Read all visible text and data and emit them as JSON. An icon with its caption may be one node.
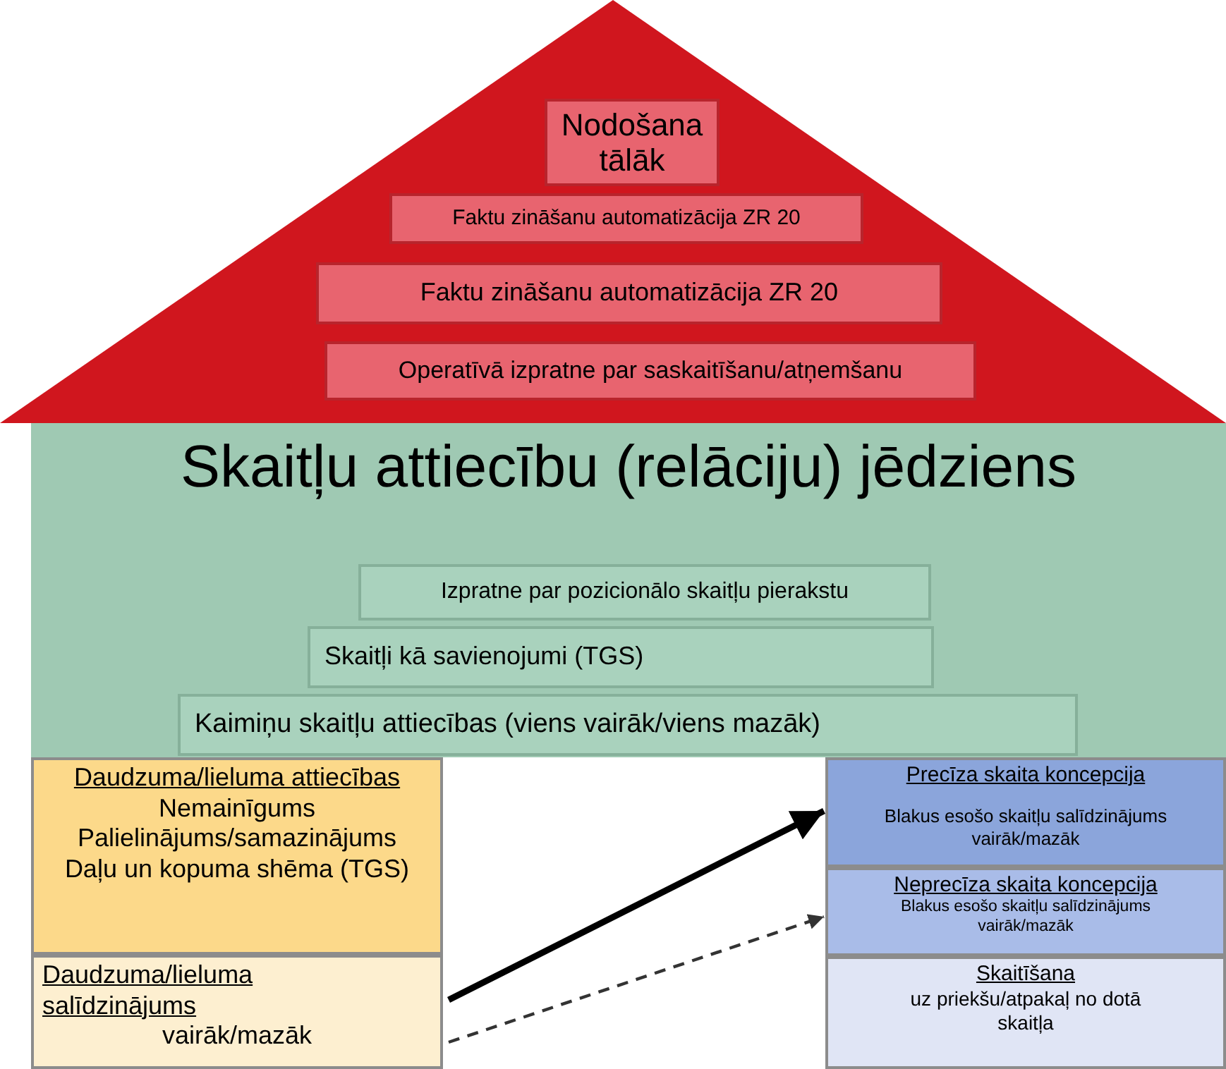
{
  "diagram": {
    "nodes": [
      {
        "text": [],
        "shape": "triangle"
      },
      {
        "text": [
          "Nodošana tālāk"
        ],
        "in": 0
      },
      {
        "text": [
          "Faktu zināšanu automatizācija ZR 20"
        ],
        "in": 0
      },
      {
        "text": [
          "Faktu zināšanu automatizācija ZR 20"
        ],
        "in": 0
      },
      {
        "text": [
          "Operatīvā izpratne par saskaitīšanu/atņemšanu"
        ],
        "in": 0
      },
      {
        "text": [
          "Skaitļu attiecību (relāciju) jēdziens"
        ]
      },
      {
        "text": [
          "Izpratne par pozicionālo skaitļu pierakstu"
        ],
        "in": 5
      },
      {
        "text": [
          "Skaitļi kā savienojumi (TGS)"
        ],
        "in": 5
      },
      {
        "text": [
          "Kaimiņu skaitļu attiecības (viens vairāk/viens mazāk)"
        ],
        "in": 5
      },
      {
        "text": [
          "Daudzuma/lieluma attiecības",
          "Nemainīgums",
          "Palielinājums/samazinājums",
          "Daļu un kopuma shēma (TGS)"
        ]
      },
      {
        "text": [
          "Daudzuma/lieluma salīdzinājums",
          "vairāk/mazāk"
        ]
      },
      {
        "text": [
          "Precīza skaita koncepcija",
          "Blakus esošo skaitļu salīdzinājums vairāk/mazāk"
        ]
      },
      {
        "text": [
          "Neprecīza skaita koncepcija",
          "Blakus esošo skaitļu salīdzinājums vairāk/mazāk"
        ]
      },
      {
        "text": [
          "Skaitīšana",
          "uz priekšu/atpakaļ no dotā skaitļa"
        ]
      }
    ],
    "edges": [
      {
        "from": 10,
        "to": 11,
        "arrow": "to",
        "style": "thick"
      },
      {
        "from": 10,
        "to": 12,
        "arrow": "to",
        "style": "dashed"
      }
    ]
  }
}
